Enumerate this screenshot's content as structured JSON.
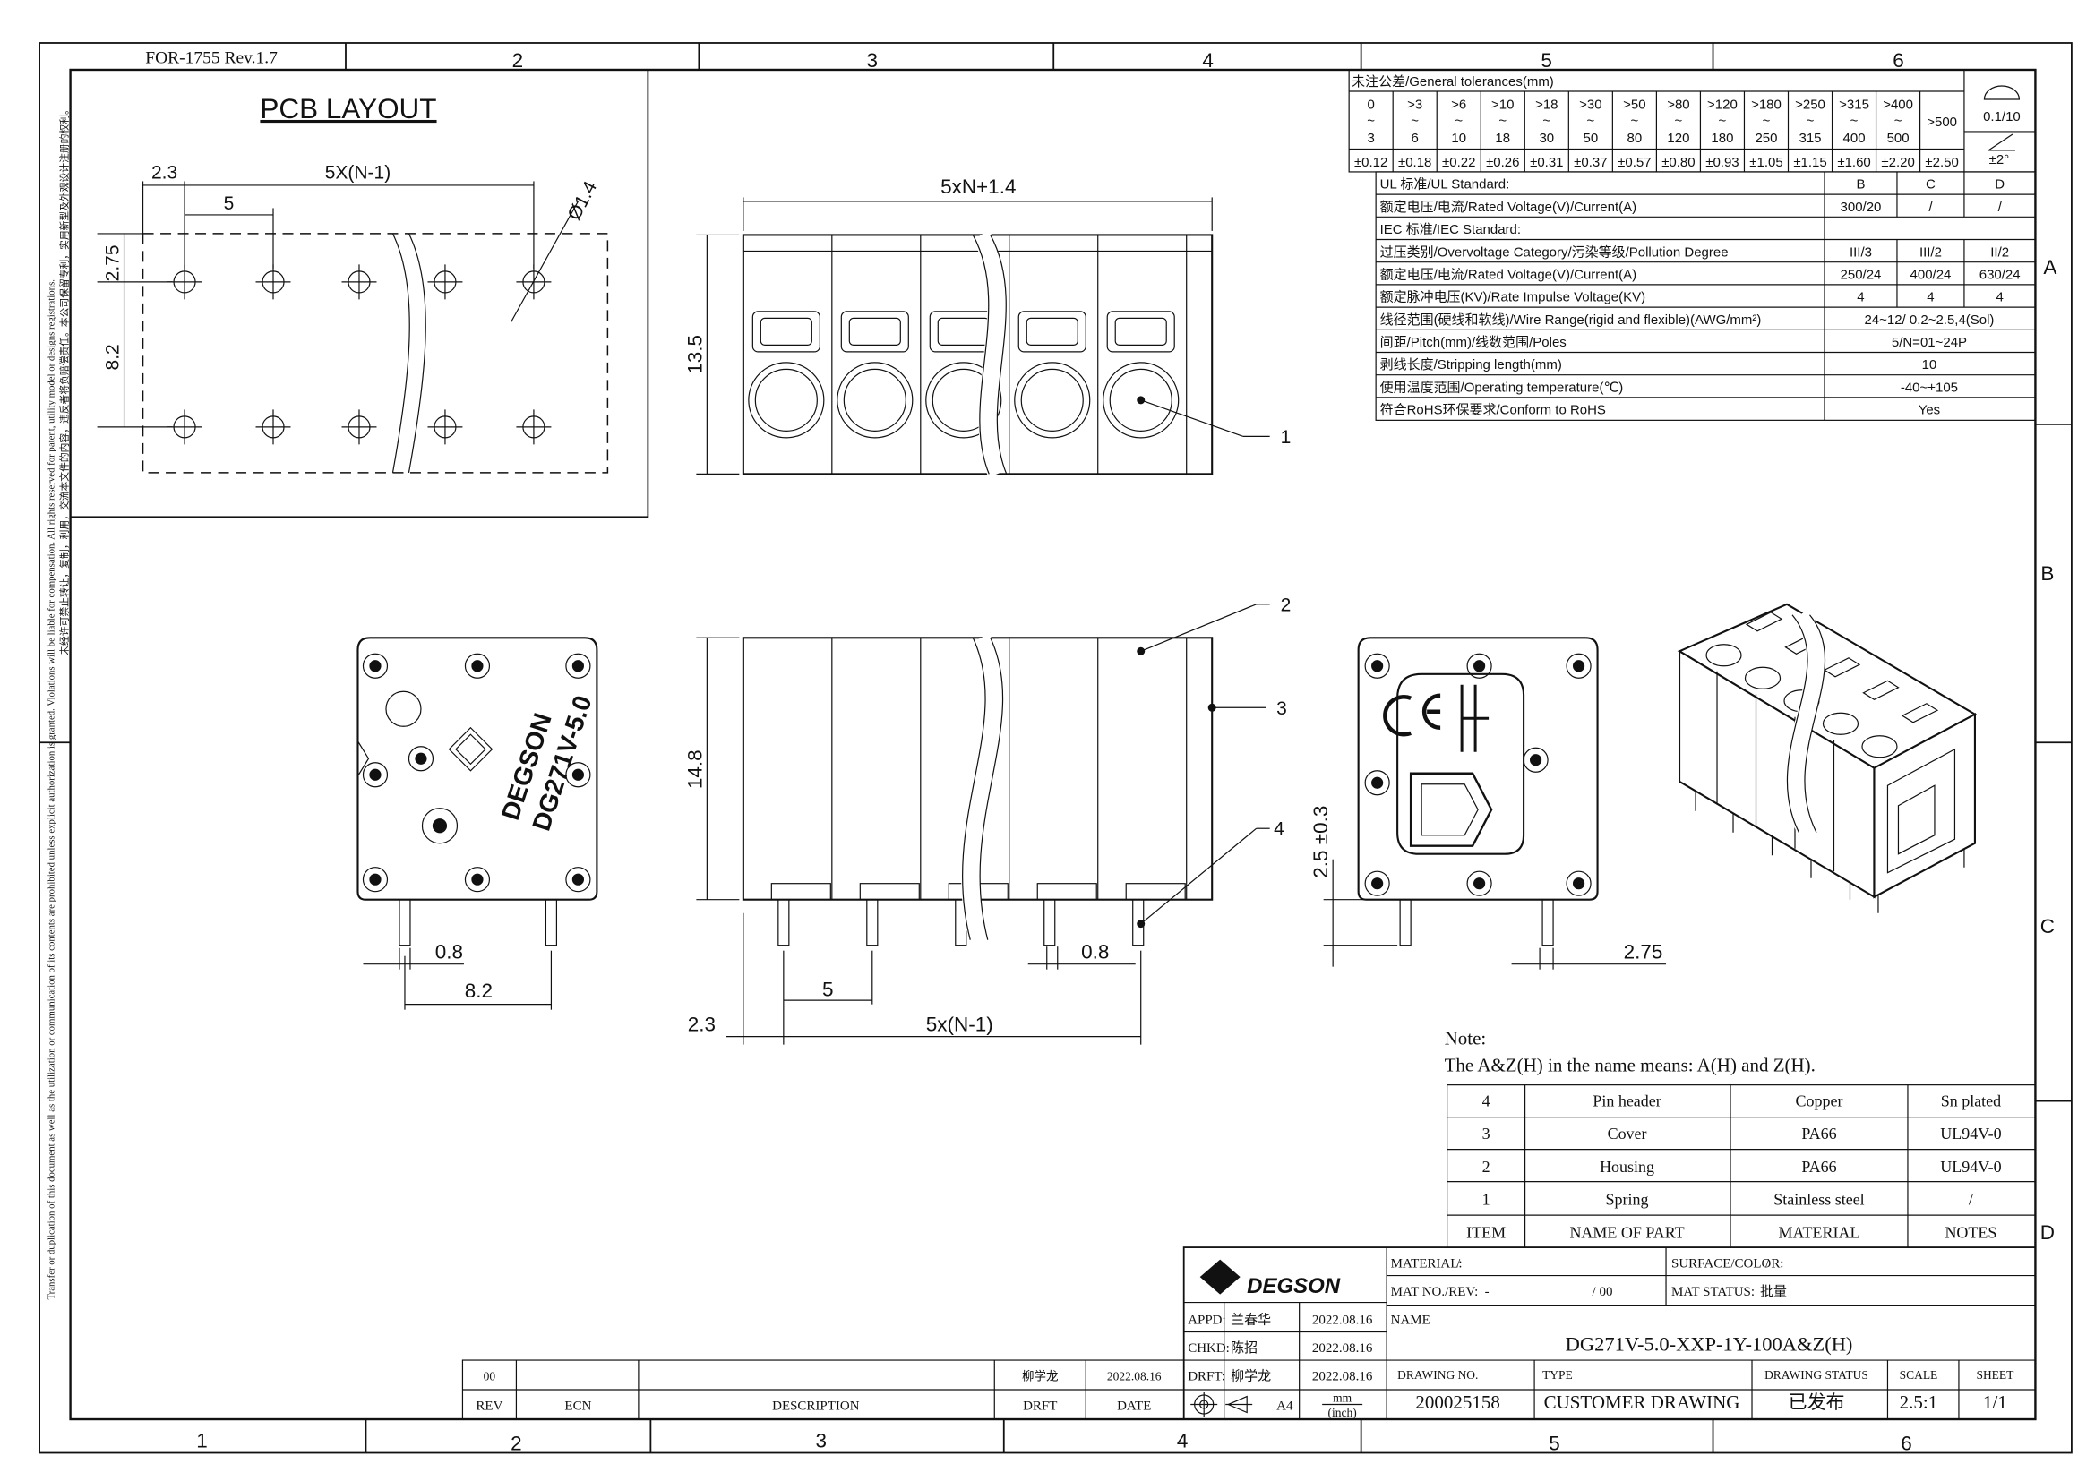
{
  "title_block": {
    "form_no": "FOR-1755 Rev.1.7",
    "col_labels": [
      "1",
      "2",
      "3",
      "4",
      "5",
      "6"
    ],
    "row_labels": [
      "A",
      "B",
      "C",
      "D"
    ],
    "brand": "DEGSON",
    "material_label": "MATERIAL:",
    "material_value": "/",
    "surface_label": "SURFACE/COLOR:",
    "surface_value": "/",
    "mat_no_label": "MAT NO./REV:",
    "mat_no_value": "-",
    "mat_rev_value": "/ 00",
    "mat_status_label": "MAT STATUS:",
    "mat_status_value": "批量",
    "name_label": "NAME",
    "name_value": "DG271V-5.0-XXP-1Y-100A&Z(H)",
    "appd_label": "APPD:",
    "appd_name": "兰春华",
    "appd_date": "2022.08.16",
    "chkd_label": "CHKD:",
    "chkd_name": "陈招",
    "chkd_date": "2022.08.16",
    "drft_label": "DRFT:",
    "drft_name": "柳学龙",
    "drft_date": "2022.08.16",
    "paper_size": "A4",
    "unit_mm": "mm",
    "unit_inch": "(inch)",
    "drawing_no_label": "DRAWING NO.",
    "drawing_no_value": "200025158",
    "type_label": "TYPE",
    "type_value": "CUSTOMER DRAWING",
    "status_label": "DRAWING STATUS",
    "status_value": "已发布",
    "scale_label": "SCALE",
    "scale_value": "2.5:1",
    "sheet_label": "SHEET",
    "sheet_value": "1/1",
    "rev_row": {
      "rev": "00",
      "drft": "柳学龙",
      "date": "2022.08.16"
    },
    "rev_headers": [
      "REV",
      "ECN",
      "DESCRIPTION",
      "DRFT",
      "DATE"
    ]
  },
  "side_note": "Transfer or duplication of this document as well as the utilization or communication of its contents are prohibited unless explicit authorization is granted. Violations will be liable for compensation. All rights reserved for patent, utility model or designs registrations.",
  "side_note_cn": "未经许可禁止转让，复制，利用，交流本文件的内容，违反者将负赔偿责任。本公司保留专利，实用新型及外观设计注册的权利。",
  "pcb_layout": {
    "title": "PCB LAYOUT",
    "dim_pitch_total": "5X(N-1)",
    "dim_edge": "2.3",
    "dim_pitch": "5",
    "dim_hole": "Ø1.4",
    "dim_top": "2.75",
    "dim_row": "8.2"
  },
  "dims": {
    "top_width": "5xN+1.4",
    "top_height": "13.5",
    "front_height": "14.8",
    "front_pin": "0.8",
    "front_pitch": "5",
    "front_edge": "2.3",
    "front_total": "5x(N-1)",
    "left_pin": "0.8",
    "left_span": "8.2",
    "right_height": "2.5 ±0.3",
    "right_offset": "2.75",
    "callouts": [
      "1",
      "2",
      "3",
      "4"
    ],
    "side_brand": "DEGSON",
    "side_model": "DG271V-5.0"
  },
  "tolerances": {
    "title": "未注公差/General tolerances(mm)",
    "ranges": [
      [
        "0",
        "~",
        "3",
        "±0.12"
      ],
      [
        ">3",
        "~",
        "6",
        "±0.18"
      ],
      [
        ">6",
        "~",
        "10",
        "±0.22"
      ],
      [
        ">10",
        "~",
        "18",
        "±0.26"
      ],
      [
        ">18",
        "~",
        "30",
        "±0.31"
      ],
      [
        ">30",
        "~",
        "50",
        "±0.37"
      ],
      [
        ">50",
        "~",
        "80",
        "±0.57"
      ],
      [
        ">80",
        "~",
        "120",
        "±0.80"
      ],
      [
        ">120",
        "~",
        "180",
        "±0.93"
      ],
      [
        ">180",
        "~",
        "250",
        "±1.05"
      ],
      [
        ">250",
        "~",
        "315",
        "±1.15"
      ],
      [
        ">315",
        "~",
        "400",
        "±1.60"
      ],
      [
        ">400",
        "~",
        "500",
        "±2.20"
      ],
      [
        ">500",
        "",
        "",
        "±2.50"
      ]
    ],
    "surface": "0.1/10",
    "angle": "±2°"
  },
  "specs": [
    {
      "label": "UL 标准/UL Standard:",
      "values": [
        "B",
        "C",
        "D"
      ]
    },
    {
      "label": "额定电压/电流/Rated Voltage(V)/Current(A)",
      "values": [
        "300/20",
        "/",
        "/"
      ]
    },
    {
      "label": "IEC 标准/IEC Standard:",
      "values": []
    },
    {
      "label": "过压类别/Overvoltage Category/污染等级/Pollution Degree",
      "values": [
        "III/3",
        "III/2",
        "II/2"
      ]
    },
    {
      "label": "额定电压/电流/Rated Voltage(V)/Current(A)",
      "values": [
        "250/24",
        "400/24",
        "630/24"
      ]
    },
    {
      "label": "额定脉冲电压(KV)/Rate Impulse Voltage(KV)",
      "values": [
        "4",
        "4",
        "4"
      ]
    },
    {
      "label": "线径范围(硬线和软线)/Wire Range(rigid and flexible)(AWG/mm²)",
      "values": [
        "24~12/ 0.2~2.5,4(Sol)"
      ]
    },
    {
      "label": "间距/Pitch(mm)/线数范围/Poles",
      "values": [
        "5/N=01~24P"
      ]
    },
    {
      "label": "剥线长度/Stripping length(mm)",
      "values": [
        "10"
      ]
    },
    {
      "label": "使用温度范围/Operating temperature(℃)",
      "values": [
        "-40~+105"
      ]
    },
    {
      "label": "符合RoHS环保要求/Conform to RoHS",
      "values": [
        "Yes"
      ]
    }
  ],
  "note": {
    "title": "Note:",
    "text": "The A&Z(H) in the name means: A(H) and Z(H)."
  },
  "bom": {
    "headers": [
      "ITEM",
      "NAME OF PART",
      "MATERIAL",
      "NOTES"
    ],
    "rows": [
      [
        "4",
        "Pin header",
        "Copper",
        "Sn plated"
      ],
      [
        "3",
        "Cover",
        "PA66",
        "UL94V-0"
      ],
      [
        "2",
        "Housing",
        "PA66",
        "UL94V-0"
      ],
      [
        "1",
        "Spring",
        "Stainless steel",
        "/"
      ]
    ]
  }
}
